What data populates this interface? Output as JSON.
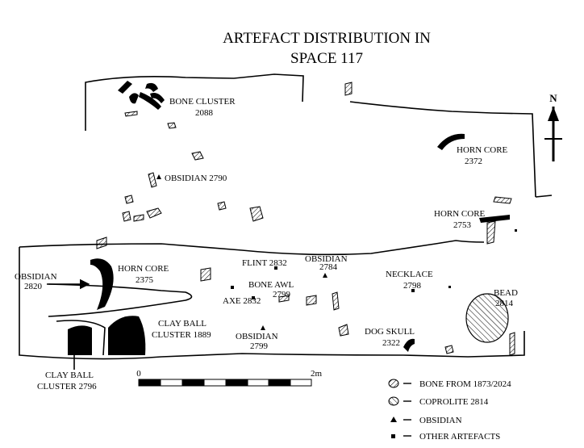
{
  "title": {
    "line1": "ARTEFACT DISTRIBUTION IN",
    "line2": "SPACE 117"
  },
  "north_label": "N",
  "labels": {
    "bone_cluster": "BONE CLUSTER",
    "bone_cluster_id": "2088",
    "obsidian_2790": "OBSIDIAN 2790",
    "horn_core_2372": "HORN CORE",
    "horn_core_2372_id": "2372",
    "horn_core_2753": "HORN CORE",
    "horn_core_2753_id": "2753",
    "obsidian_2820": "OBSIDIAN",
    "obsidian_2820_id": "2820",
    "horn_core_2375": "HORN CORE",
    "horn_core_2375_id": "2375",
    "flint": "FLINT 2832",
    "obsidian_2784": "OBSIDIAN",
    "obsidian_2784_id": "2784",
    "bone_awl": "BONE AWL",
    "bone_awl_id": "2799",
    "axe": "AXE 2832",
    "necklace": "NECKLACE",
    "necklace_id": "2798",
    "bead": "BEAD",
    "bead_id": "2814",
    "clay_ball_1889": "CLAY BALL",
    "clay_ball_1889_id": "CLUSTER 1889",
    "obsidian_2799": "OBSIDIAN",
    "obsidian_2799_id": "2799",
    "dog_skull": "DOG SKULL",
    "dog_skull_id": "2322",
    "clay_ball_2796": "CLAY BALL",
    "clay_ball_2796_id": "CLUSTER 2796"
  },
  "scale": {
    "start_label": "0",
    "end_label": "2m"
  },
  "legend": [
    {
      "symbol": "bone",
      "text": "BONE FROM 1873/2024"
    },
    {
      "symbol": "coprolite",
      "text": "COPROLITE 2814"
    },
    {
      "symbol": "triangle",
      "text": "OBSIDIAN"
    },
    {
      "symbol": "square",
      "text": "OTHER ARTEFACTS"
    }
  ]
}
